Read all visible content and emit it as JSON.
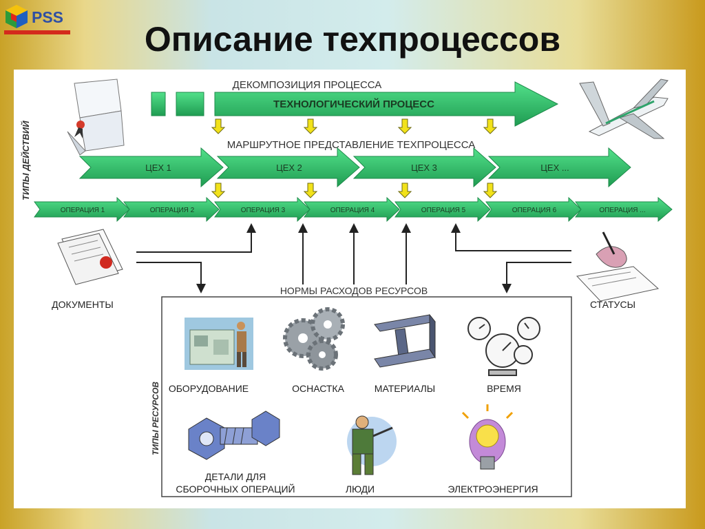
{
  "header": {
    "logo_text": "PSS",
    "title": "Описание техпроцессов"
  },
  "diagram": {
    "decomposition_label": "ДЕКОМПОЗИЦИЯ ПРОЦЕССА",
    "tech_process_label": "ТЕХНОЛОГИЧЕСКИЙ ПРОЦЕСС",
    "route_label": "МАРШРУТНОЕ ПРЕДСТАВЛЕНИЕ ТЕХПРОЦЕССА",
    "action_types_label": "ТИПЫ ДЕЙСТВИЙ",
    "workshops": [
      "ЦЕХ 1",
      "ЦЕХ 2",
      "ЦЕХ 3",
      "ЦЕХ ..."
    ],
    "operations": [
      "ОПЕРАЦИЯ 1",
      "ОПЕРАЦИЯ 2",
      "ОПЕРАЦИЯ 3",
      "ОПЕРАЦИЯ 4",
      "ОПЕРАЦИЯ 5",
      "ОПЕРАЦИЯ 6",
      "ОПЕРАЦИЯ ..."
    ],
    "documents_label": "ДОКУМЕНТЫ",
    "statuses_label": "СТАТУСЫ",
    "resource_norms_label": "НОРМЫ РАСХОДОВ РЕСУРСОВ",
    "resource_types_label": "ТИПЫ РЕСУРСОВ",
    "resources": {
      "equipment": "ОБОРУДОВАНИЕ",
      "tooling": "ОСНАСТКА",
      "materials": "МАТЕРИАЛЫ",
      "time": "ВРЕМЯ",
      "parts_line1": "ДЕТАЛИ ДЛЯ",
      "parts_line2": "СБОРОЧНЫХ ОПЕРАЦИЙ",
      "people": "ЛЮДИ",
      "electricity": "ЭЛЕКТРОЭНЕРГИЯ"
    },
    "colors": {
      "arrow_green": "#2fc36b",
      "arrow_dark": "#1d8a4a",
      "down_arrow_yellow": "#f2e21a"
    }
  }
}
